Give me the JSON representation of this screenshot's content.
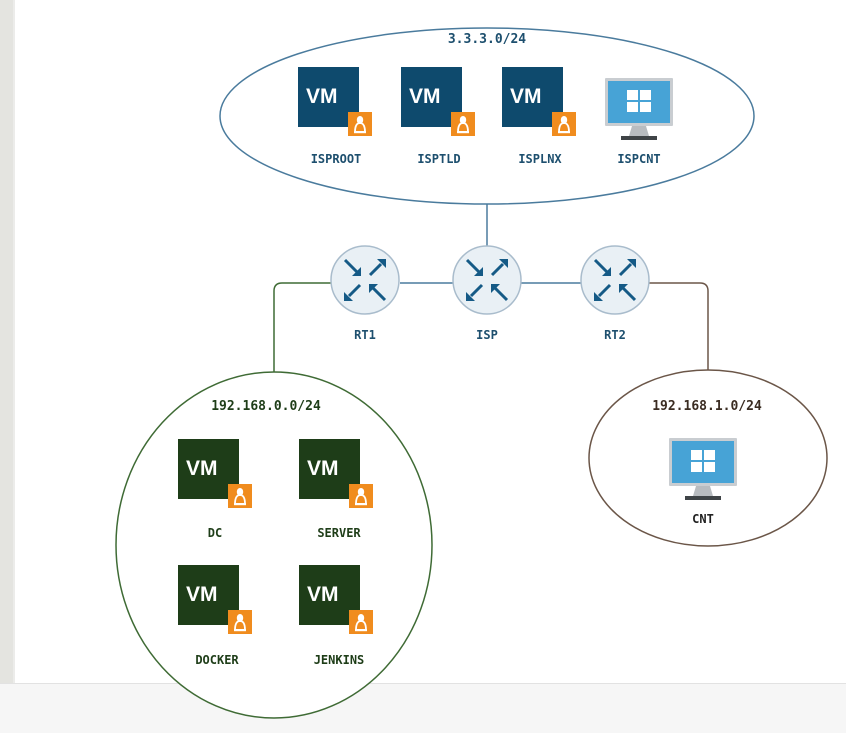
{
  "networks": {
    "isp_net": {
      "label": "3.3.3.0/24",
      "color": "#4a7b9d"
    },
    "lan_left": {
      "label": "192.168.0.0/24",
      "color": "#3f6b35"
    },
    "lan_right": {
      "label": "192.168.1.0/24",
      "color": "#6b5648"
    }
  },
  "nodes": {
    "isproot": {
      "label": "ISPROOT",
      "badge": "VM",
      "icon": "vm-linux-icon"
    },
    "isptld": {
      "label": "ISPTLD",
      "badge": "VM",
      "icon": "vm-linux-icon"
    },
    "isplnx": {
      "label": "ISPLNX",
      "badge": "VM",
      "icon": "vm-linux-icon"
    },
    "ispcnt": {
      "label": "ISPCNT",
      "icon": "windows-monitor-icon"
    },
    "dc": {
      "label": "DC",
      "badge": "VM",
      "icon": "vm-linux-icon"
    },
    "server": {
      "label": "SERVER",
      "badge": "VM",
      "icon": "vm-linux-icon"
    },
    "docker": {
      "label": "DOCKER",
      "badge": "VM",
      "icon": "vm-linux-icon"
    },
    "jenkins": {
      "label": "JENKINS",
      "badge": "VM",
      "icon": "vm-linux-icon"
    },
    "cnt": {
      "label": "CNT",
      "icon": "windows-monitor-icon"
    }
  },
  "routers": {
    "rt1": {
      "label": "RT1",
      "icon": "router-icon"
    },
    "isp": {
      "label": "ISP",
      "icon": "router-icon"
    },
    "rt2": {
      "label": "RT2",
      "icon": "router-icon"
    }
  },
  "colors": {
    "isp_text": "#1d4f6e",
    "vm_blue": "#0e4a6d",
    "vm_green": "#1e3d18",
    "linux_badge": "#f08c1e",
    "router_fill": "#e9f0f5",
    "router_arrow": "#155a86",
    "monitor_screen": "#47a3d6"
  }
}
